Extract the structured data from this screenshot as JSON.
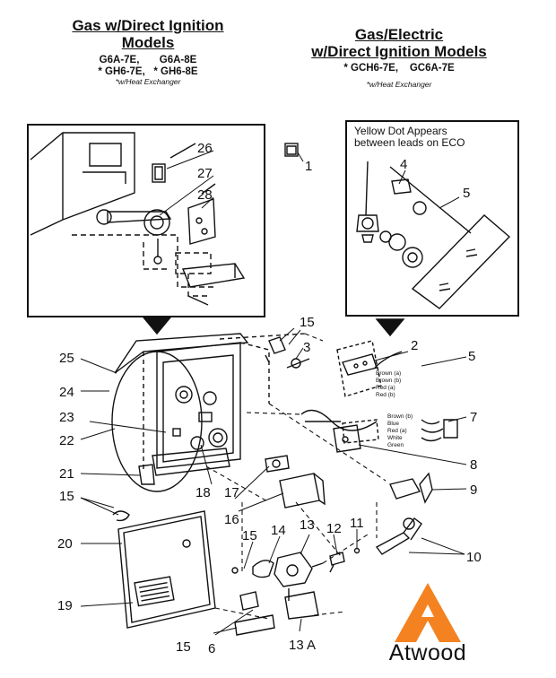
{
  "header_left": {
    "title_line1": "Gas w/Direct Ignition",
    "title_line2": "Models",
    "models_line1": "G6A-7E,       G6A-8E",
    "models_line2": "* GH6-7E,   * GH6-8E",
    "note": "*w/Heat Exchanger"
  },
  "header_right": {
    "title_line1": "Gas/Electric",
    "title_line2": "w/Direct Ignition Models",
    "models_line1": "* GCH6-7E,    GC6A-7E",
    "note": "*w/Heat Exchanger"
  },
  "inset_right_note_line1": "Yellow Dot Appears",
  "inset_right_note_line2": "between leads on ECO",
  "wire_labels_2": [
    "Brown (a)",
    "Brown (b)",
    "Red (a)",
    "Red (b)"
  ],
  "wire_labels_7": [
    "Brown (b)",
    "Blue",
    "Red (a)",
    "White",
    "Green"
  ],
  "part_numbers": {
    "p1": "1",
    "p2": "2",
    "p3": "3",
    "p4": "4",
    "p5a": "5",
    "p5b": "5",
    "p6": "6",
    "p7": "7",
    "p8": "8",
    "p9": "9",
    "p10": "10",
    "p11": "11",
    "p12": "12",
    "p13": "13",
    "p13a": "13 A",
    "p14": "14",
    "p15a": "15",
    "p15b": "15",
    "p15c": "15",
    "p15d": "15",
    "p16": "16",
    "p17": "17",
    "p18": "18",
    "p19": "19",
    "p20": "20",
    "p21": "21",
    "p22": "22",
    "p23": "23",
    "p24": "24",
    "p25": "25",
    "p26": "26",
    "p27": "27",
    "p28": "28"
  },
  "brand": {
    "name": "Atwood",
    "logo_color": "#F58220"
  }
}
